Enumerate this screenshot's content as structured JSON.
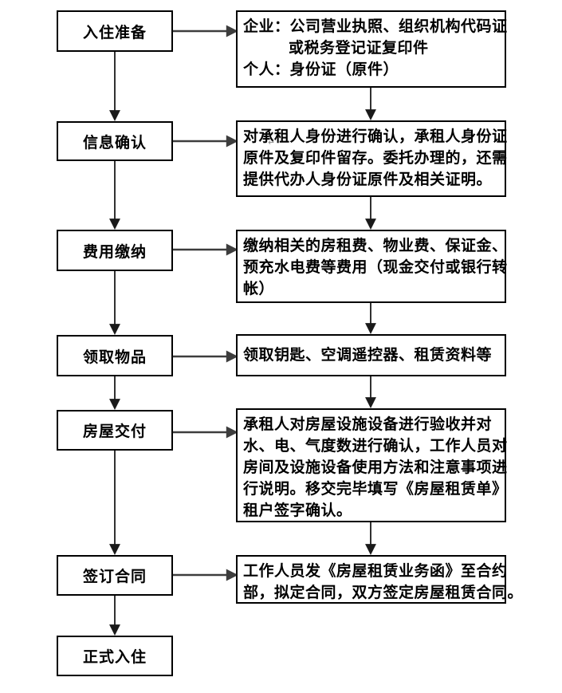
{
  "flow": {
    "steps": [
      {
        "label": "入住准备",
        "detail_lines": [
          "企业：公司营业执照、组织机构代码证",
          "或税务登记证复印件",
          "个人：身份证（原件）"
        ]
      },
      {
        "label": "信息确认",
        "detail_lines": [
          "对承租人身份进行确认，承租人身份证",
          "原件及复印件留存。委托办理的，还需",
          "提供代办人身份证原件及相关证明。"
        ]
      },
      {
        "label": "费用缴纳",
        "detail_lines": [
          "缴纳相关的房租费、物业费、保证金、",
          "预充水电费等费用（现金交付或银行转",
          "帐）"
        ]
      },
      {
        "label": "领取物品",
        "detail_lines": [
          "领取钥匙、空调遥控器、租赁资料等"
        ]
      },
      {
        "label": "房屋交付",
        "detail_lines": [
          "承租人对房屋设施设备进行验收并对",
          "水、电、气度数进行确认，工作人员对",
          "房间及设施设备使用方法和注意事项进",
          "行说明。移交完毕填写《房屋租赁单》",
          "租户签字确认。"
        ]
      },
      {
        "label": "签订合同",
        "detail_lines": [
          "工作人员发《房屋租赁业务函》至合约",
          "部，拟定合同，双方签定房屋租赁合同。"
        ]
      },
      {
        "label": "正式入住",
        "detail_lines": []
      }
    ],
    "linebreak_mark": "↵"
  },
  "colors": {
    "background": "#ffffff",
    "box_border": "#000000",
    "text": "#000000",
    "vertical_arrow": "#1a1a1a",
    "horizontal_arrow": "#3d3d3d"
  }
}
